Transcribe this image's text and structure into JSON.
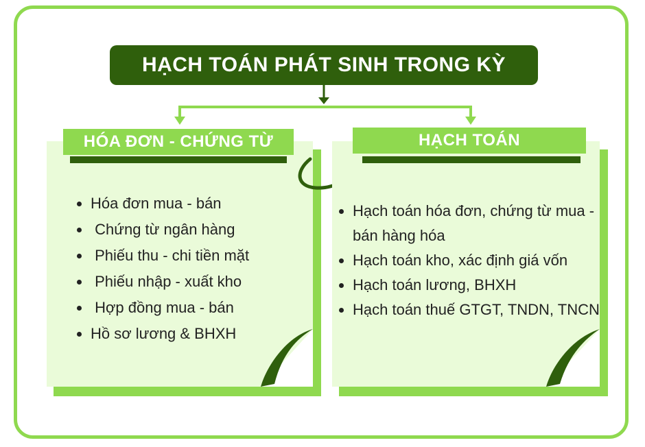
{
  "title": "HẠCH TOÁN PHÁT SINH TRONG KỲ",
  "left_box": {
    "heading": "HÓA ĐƠN - CHỨNG TỪ",
    "items": [
      "Hóa đơn mua - bán",
      " Chứng từ ngân hàng",
      " Phiếu thu - chi tiền mặt",
      " Phiếu nhập - xuất kho",
      " Hợp đồng mua - bán",
      "Hồ sơ lương & BHXH"
    ]
  },
  "right_box": {
    "heading": "HẠCH TOÁN",
    "items": [
      "Hạch toán hóa đơn, chứng từ mua - bán hàng hóa",
      "Hạch toán kho, xác định giá vốn",
      "Hạch toán lương, BHXH",
      "Hạch toán thuế GTGT, TNDN, TNCN"
    ]
  },
  "colors": {
    "dark_green": "#2f5f0c",
    "light_green": "#8fd94f",
    "card_bg": "#eafbd9"
  }
}
